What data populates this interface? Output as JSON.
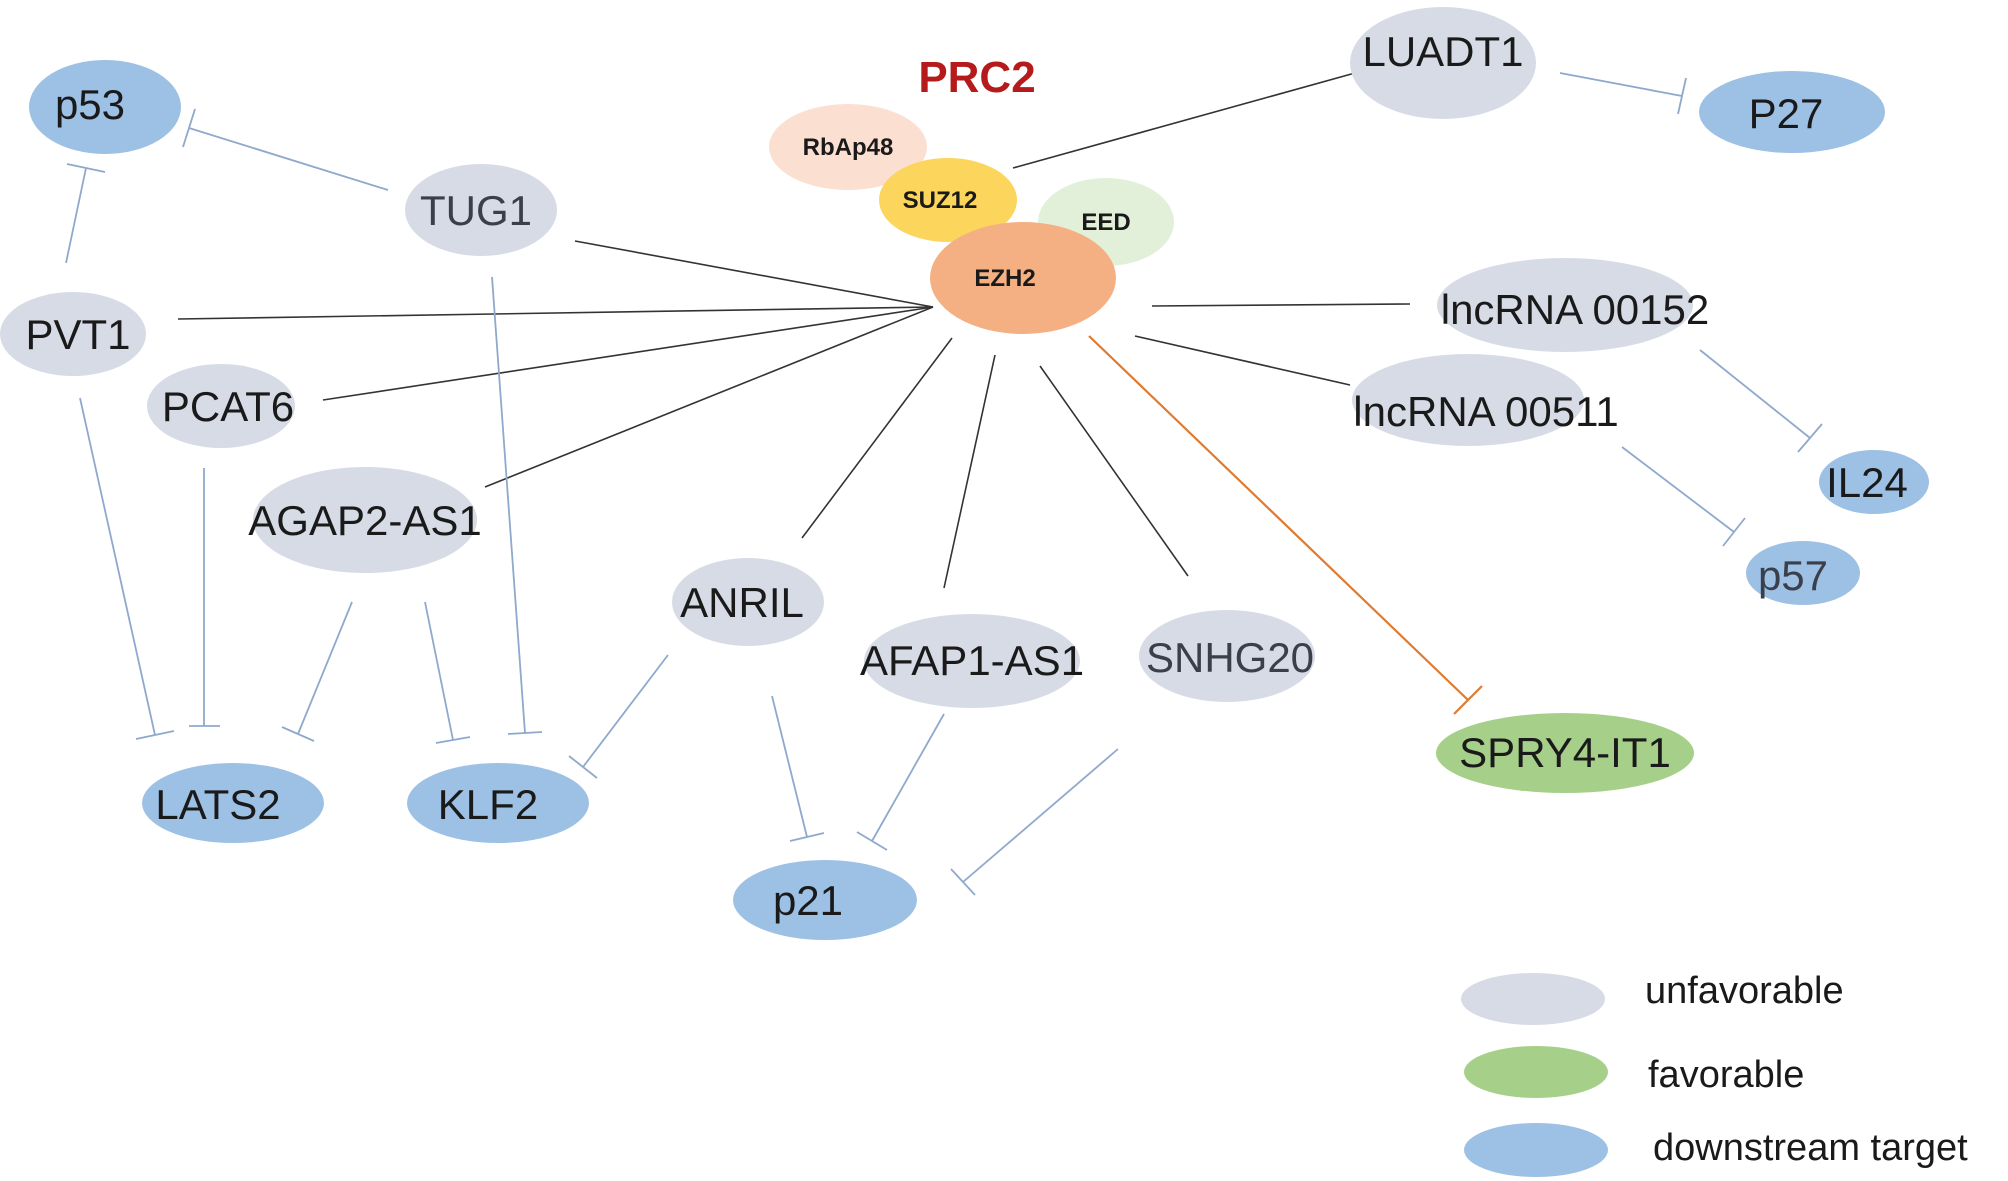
{
  "colors": {
    "unfavorable": "#d6dbe5",
    "favorable": "#a6d08a",
    "downstream": "#9dc0e5",
    "title_red": "#b51b1b",
    "rbap48": "#fbe0d2",
    "suz12": "#fbd55c",
    "eed": "#e2f0d9",
    "ezh2": "#f4af82",
    "edge_blue": "#8fa9cc",
    "edge_black": "#333333",
    "edge_orange": "#e07a2e"
  },
  "complex": {
    "title": "PRC2",
    "rbap48": "RbAp48",
    "suz12": "SUZ12",
    "eed": "EED",
    "ezh2": "EZH2"
  },
  "lncrnas": {
    "tug1": "TUG1",
    "pvt1": "PVT1",
    "pcat6": "PCAT6",
    "agap2": "AGAP2-AS1",
    "anril": "ANRIL",
    "afap1": "AFAP1-AS1",
    "snhg20": "SNHG20",
    "luadt1": "LUADT1",
    "lnc152": "lncRNA 00152",
    "lnc511": "lncRNA 00511",
    "spry4": "SPRY4-IT1"
  },
  "targets": {
    "p53": "p53",
    "p27": "P27",
    "il24": "IL24",
    "p57": "p57",
    "lats2": "LATS2",
    "klf2": "KLF2",
    "p21": "p21"
  },
  "legend": {
    "unfavorable": "unfavorable",
    "favorable": "favorable",
    "downstream": "downstream target"
  }
}
